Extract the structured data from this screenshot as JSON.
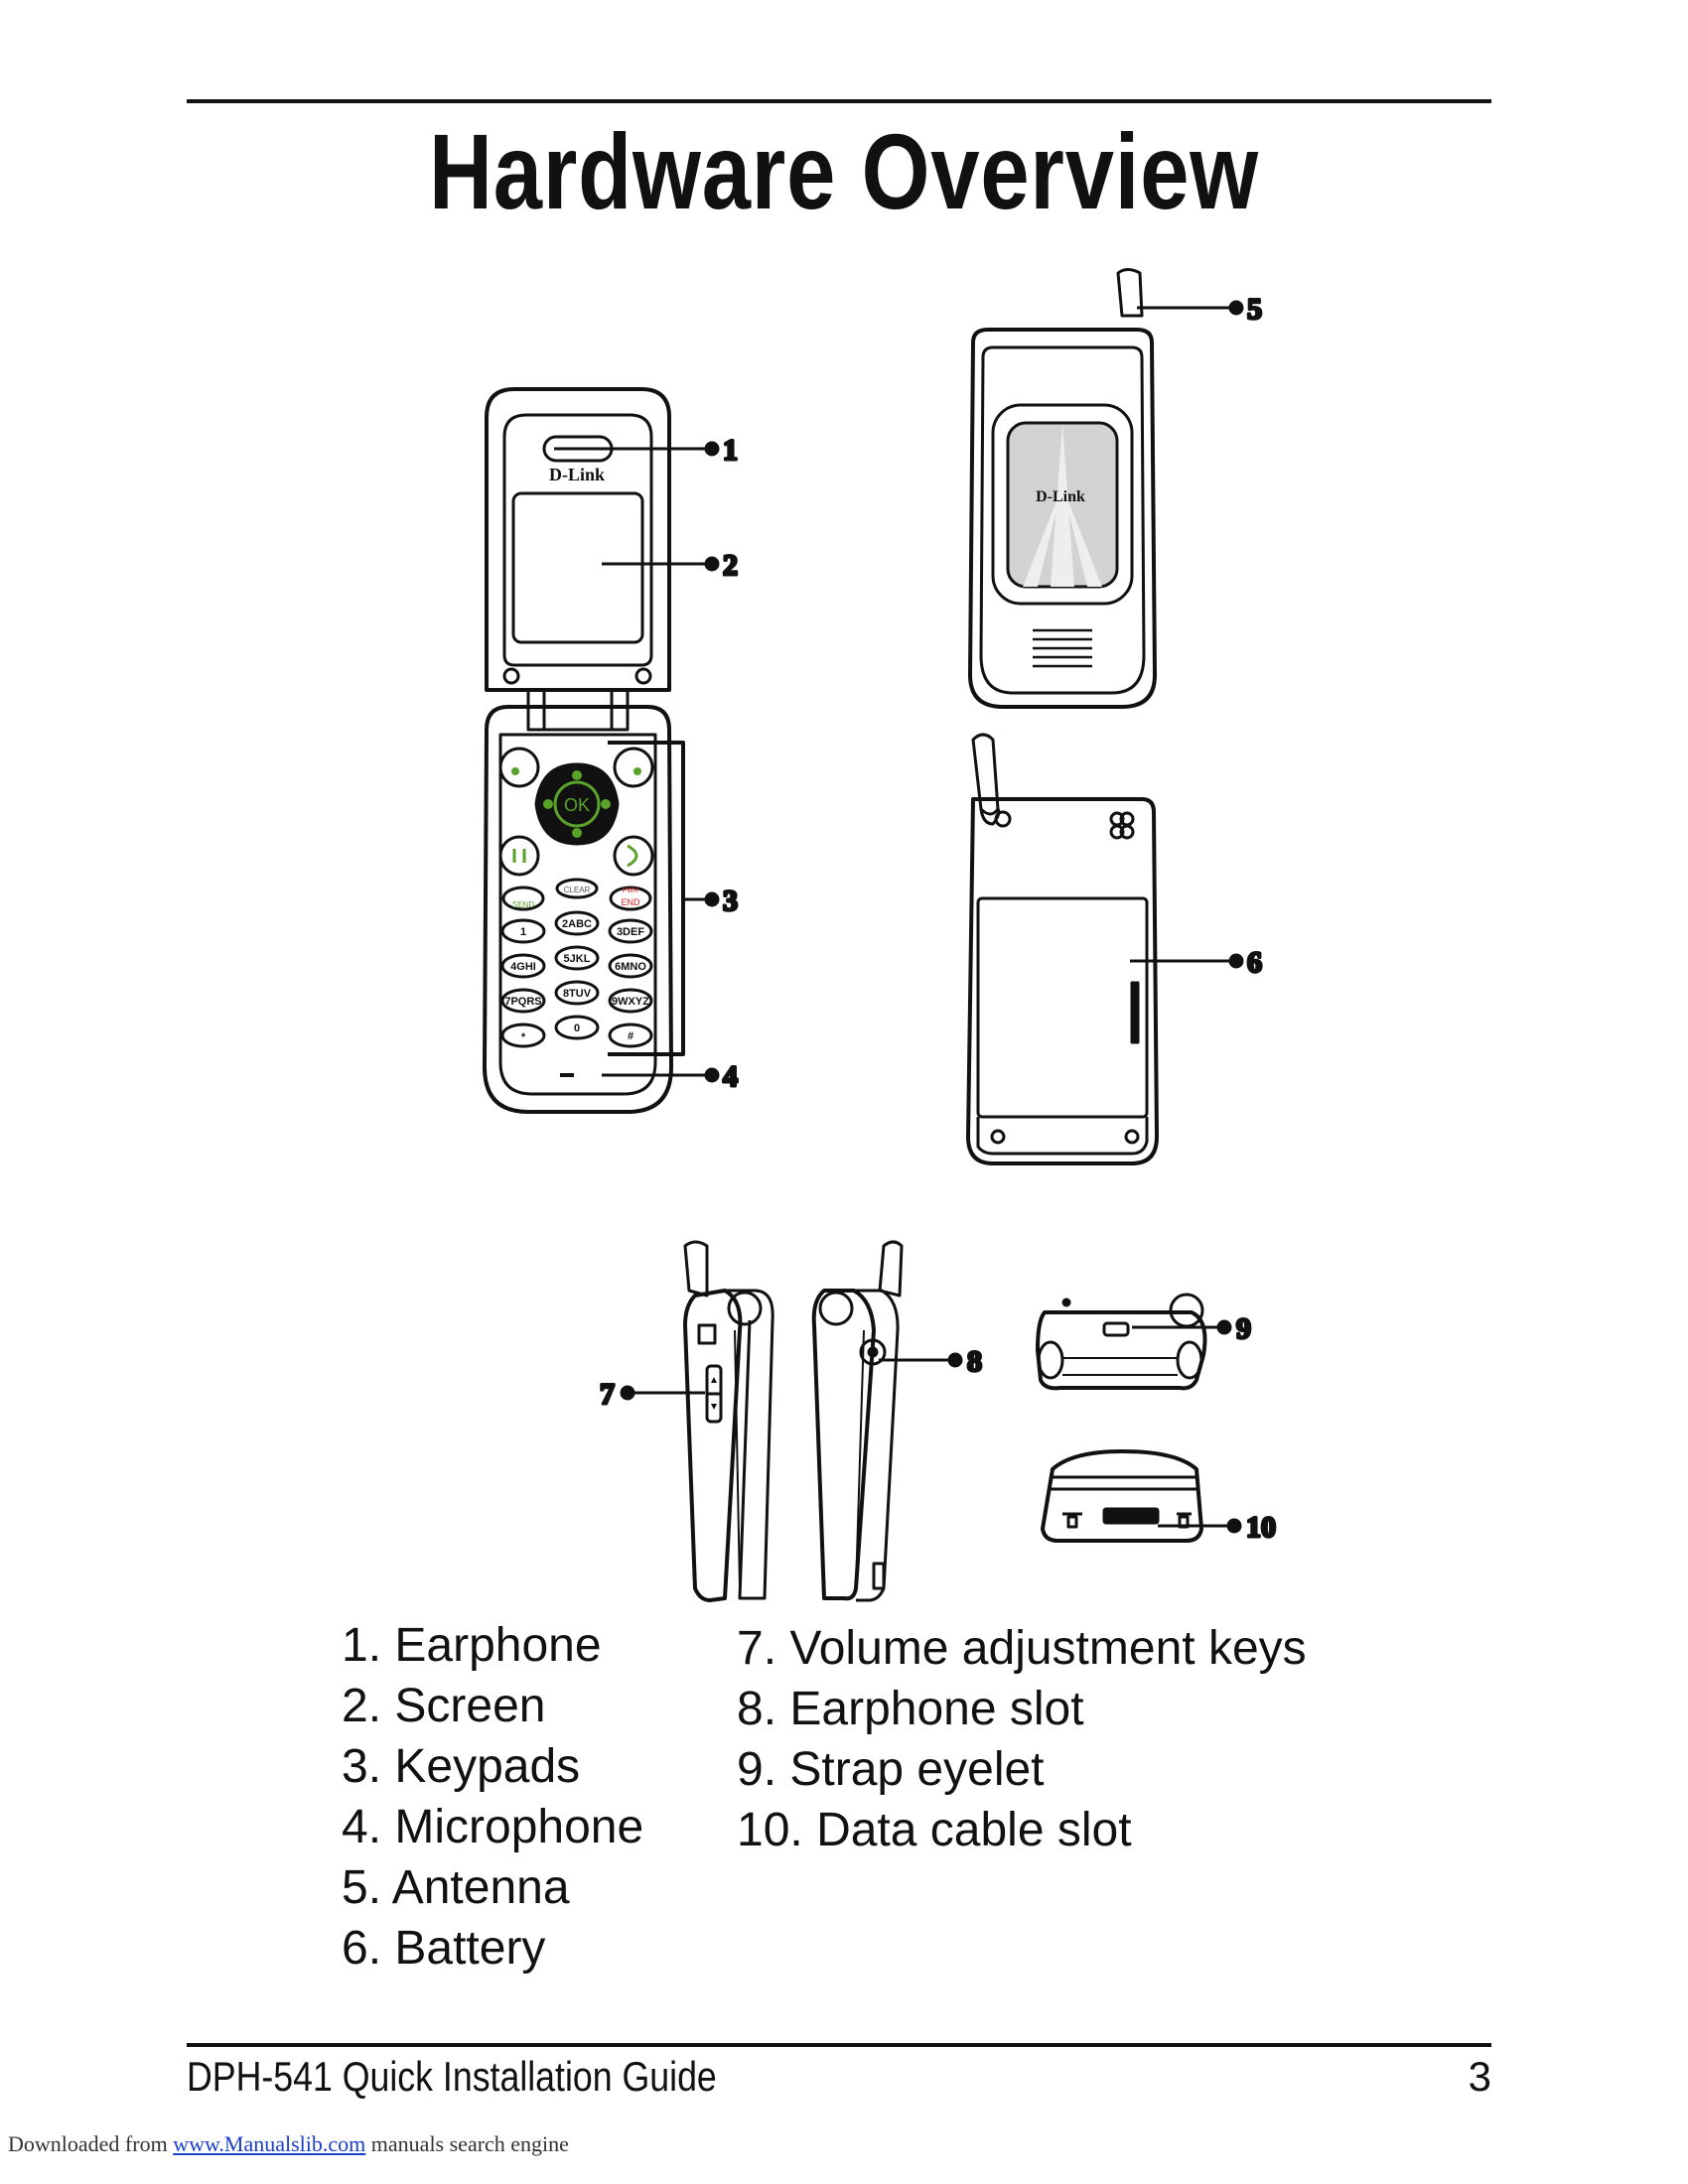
{
  "page": {
    "title": "Hardware Overview",
    "footer_text": "DPH-541 Quick Installation Guide",
    "page_number": "3"
  },
  "figure": {
    "brand_front": "D-Link",
    "brand_back": "D-Link",
    "keypad": {
      "ok": "OK",
      "send": "SEND",
      "clear": "CLEAR",
      "end": "END",
      "pwr": "PWR",
      "keys": [
        "1",
        "2ABC",
        "3DEF",
        "4GHI",
        "5JKL",
        "6MNO",
        "7PQRS",
        "8TUV",
        "9WXYZ",
        "*",
        "0",
        "#"
      ]
    },
    "callouts": [
      "1",
      "2",
      "3",
      "4",
      "5",
      "6",
      "7",
      "8",
      "9",
      "10"
    ]
  },
  "legend": {
    "left": [
      "1. Earphone",
      "2. Screen",
      "3. Keypads",
      "4. Microphone",
      "5. Antenna",
      "6. Battery"
    ],
    "right": [
      "7. Volume adjustment keys",
      "8. Earphone slot",
      "9. Strap eyelet",
      "10. Data cable slot"
    ]
  },
  "download_note": {
    "prefix": "Downloaded from ",
    "link": "www.Manualslib.com",
    "suffix": " manuals search engine"
  },
  "colors": {
    "ink": "#111111",
    "green": "#5aa22a",
    "red": "#d62020",
    "link": "#1a3fcc"
  }
}
